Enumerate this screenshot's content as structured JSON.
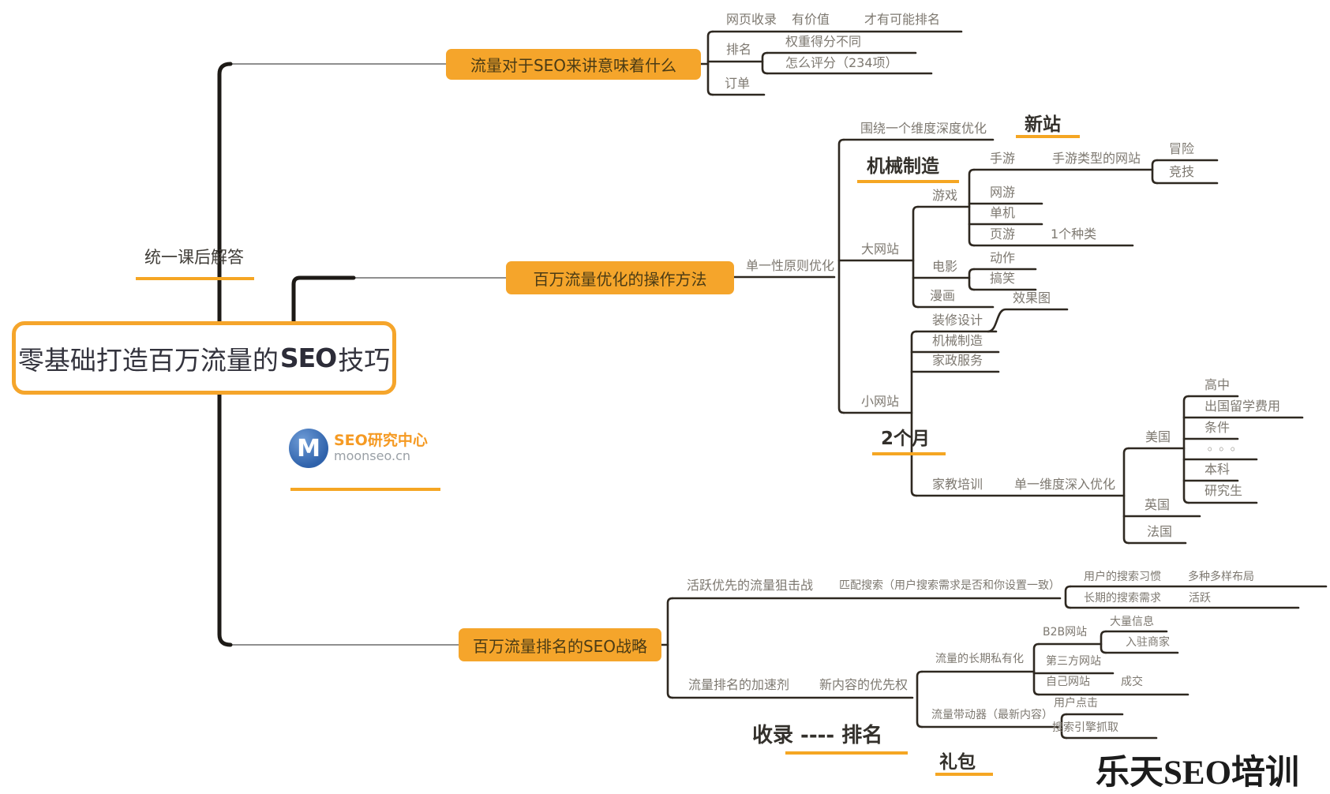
{
  "central": {
    "prefix": "零基础打造百万流量的",
    "seo": "SEO",
    "suffix": "技巧"
  },
  "side": {
    "after_class": "统一课后解答"
  },
  "headings": {
    "new_site": "新站",
    "machinery": "机械制造",
    "two_months": "2个月",
    "collect_rank": "收录  ----  排名",
    "gift": "礼包"
  },
  "logo": {
    "m": "M",
    "name": "SEO研究中心",
    "domain": "moonseo.cn"
  },
  "watermark": "乐天SEO培训",
  "b1": {
    "title": "流量对于SEO来讲意味着什么",
    "include": "网页收录",
    "valuable": "有价值",
    "possible": "才有可能排名",
    "rank": "排名",
    "weight": "权重得分不同",
    "score": "怎么评分（234项）",
    "order": "订单"
  },
  "b2": {
    "title": "百万流量优化的操作方法",
    "principle": "单一性原则优化",
    "around": "围绕一个维度深度优化",
    "big": "大网站",
    "game": "游戏",
    "mobile": "手游",
    "mobile_type": "手游类型的网站",
    "adventure": "冒险",
    "esports": "竞技",
    "online": "网游",
    "standalone": "单机",
    "webgame": "页游",
    "one_kind": "1个种类",
    "movie": "电影",
    "action": "动作",
    "funny": "搞笑",
    "comic": "漫画",
    "small": "小网站",
    "deco": "装修设计",
    "effect": "效果图",
    "mach": "机械制造",
    "housekeeping": "家政服务",
    "tutor": "家教培训",
    "single_dim": "单一维度深入优化",
    "usa": "美国",
    "uk": "英国",
    "fr": "法国",
    "high_school": "高中",
    "abroad_cost": "出国留学费用",
    "condition": "条件",
    "dots": "◦ ◦ ◦",
    "bachelor": "本科",
    "master": "研究生"
  },
  "b3": {
    "title": "百万流量排名的SEO战略",
    "sniper": "活跃优先的流量狙击战",
    "match": "匹配搜索（用户搜索需求是否和你设置一致）",
    "habit": "用户的搜索习惯",
    "layouts": "多种多样布局",
    "longterm": "长期的搜索需求",
    "active": "活跃",
    "accelerator": "流量排名的加速剂",
    "new_priority": "新内容的优先权",
    "privatize": "流量的长期私有化",
    "b2b": "B2B网站",
    "mass_info": "大量信息",
    "merchants": "入驻商家",
    "third_party": "第三方网站",
    "own_site": "自己网站",
    "deal": "成交",
    "driver": "流量带动器（最新内容）",
    "user_click": "用户点击",
    "crawl": "搜索引擎抓取"
  },
  "colors": {
    "accent": "#F5A623",
    "line": "#2e2820",
    "feeder": "#8f8f8f"
  }
}
